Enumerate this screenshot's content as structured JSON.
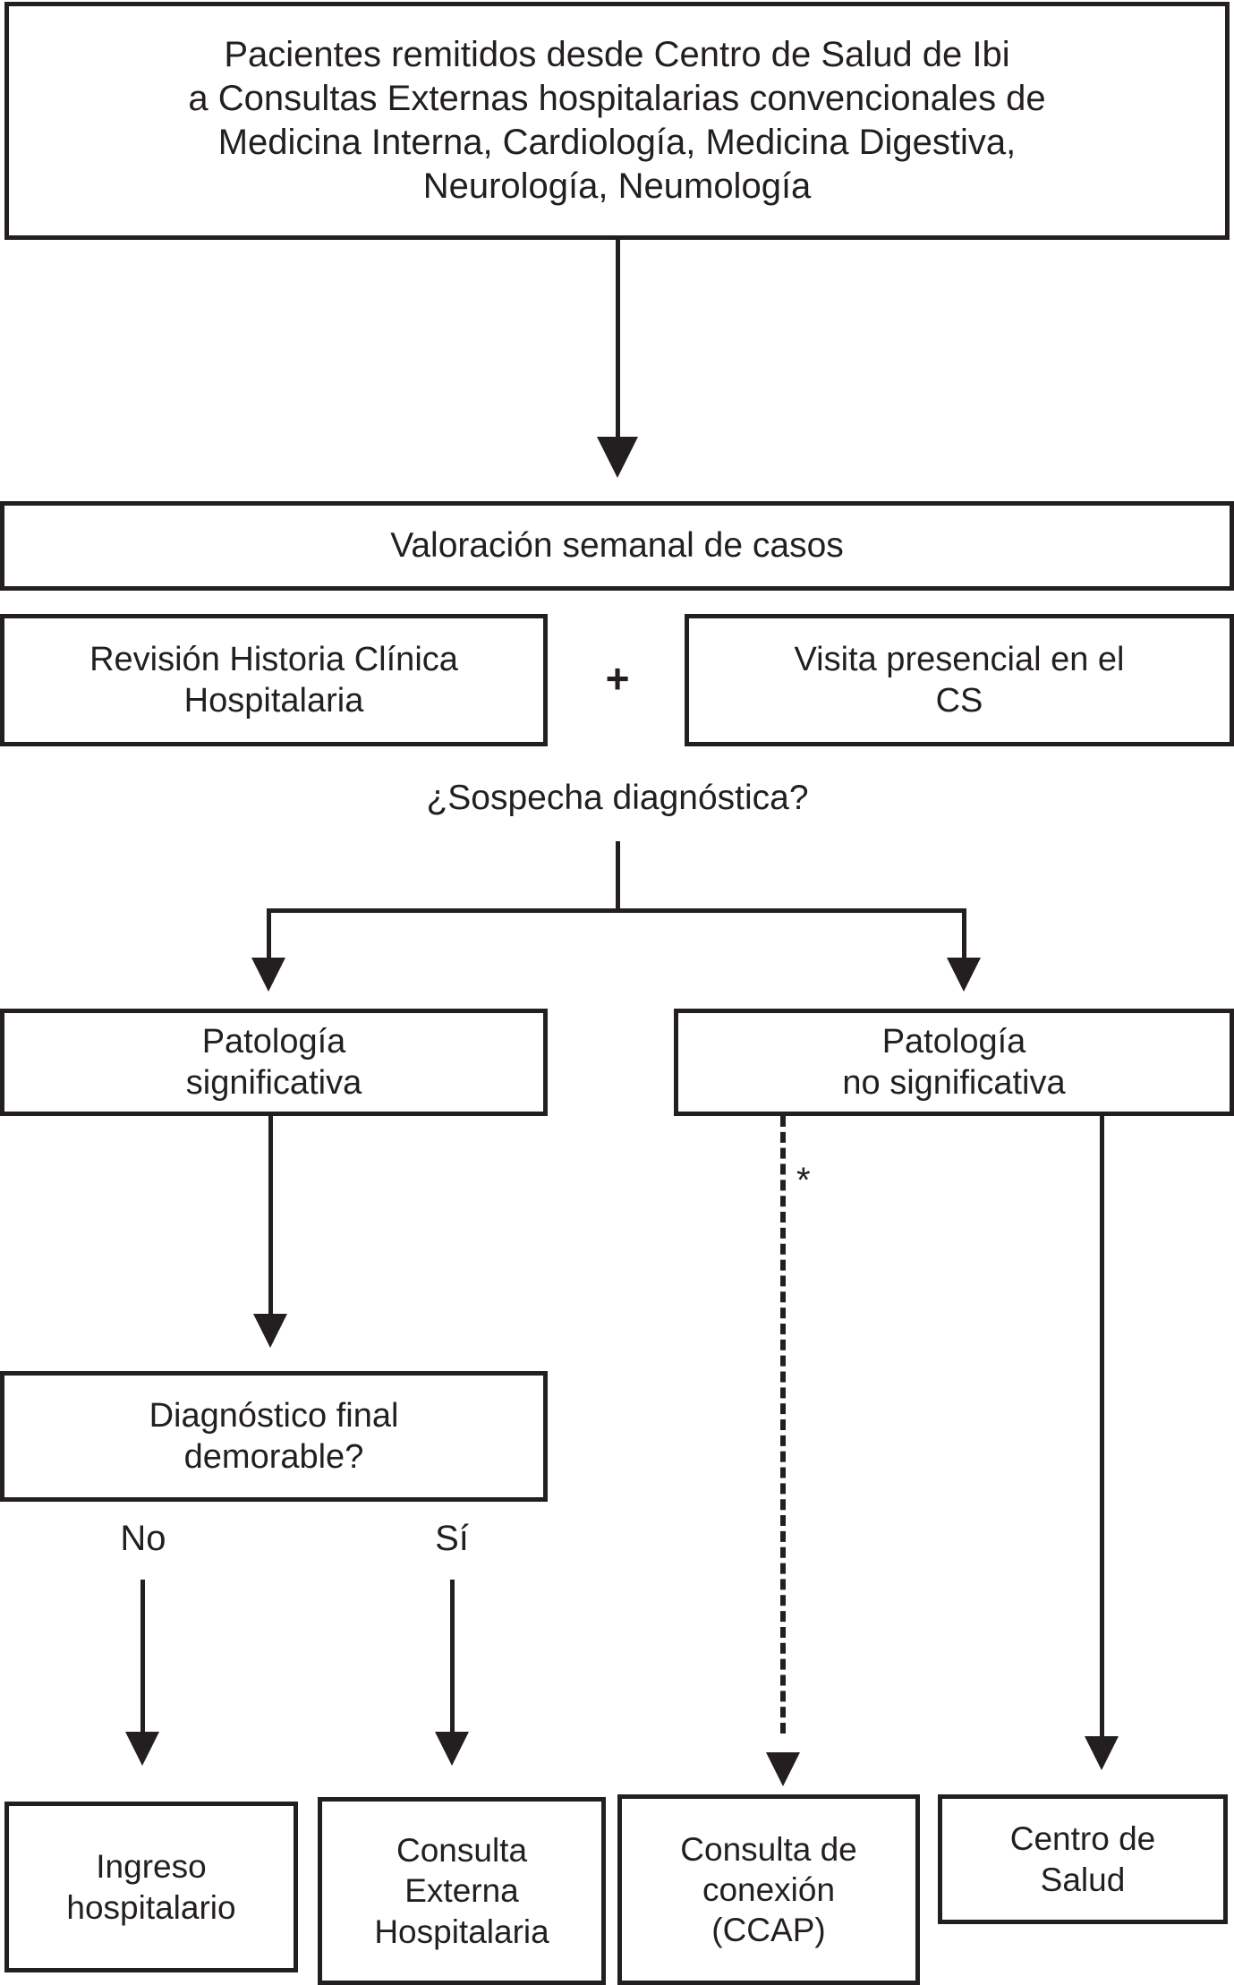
{
  "diagram": {
    "title_box": {
      "text": "Pacientes remitidos desde Centro de Salud de Ibi\na Consultas Externas hospitalarias convencionales de\nMedicina Interna, Cardiología, Medicina Digestiva,\nNeurología,  Neumología"
    },
    "weekly_assessment_box": {
      "text": "Valoración semanal de casos"
    },
    "record_review_box": {
      "text": "Revisión Historia Clínica\nHospitalaria"
    },
    "plus_sign": {
      "text": "+"
    },
    "in_person_visit_box": {
      "text": "Visita presencial en el\nCS"
    },
    "diagnostic_question": {
      "text": "¿Sospecha diagnóstica?"
    },
    "significant_pathology_box": {
      "text": "Patología\nsignificativa"
    },
    "non_significant_pathology_box": {
      "text": "Patología\nno significativa"
    },
    "asterisk_note": {
      "text": "*"
    },
    "final_diagnosis_box": {
      "text": "Diagnóstico final\ndemorable?"
    },
    "branch_no_label": {
      "text": "No"
    },
    "branch_yes_label": {
      "text": "Sí"
    },
    "outcomes": [
      {
        "text": "Ingreso\nhospitalario"
      },
      {
        "text": "Consulta\nExterna\nHospitalaria"
      },
      {
        "text": "Consulta de\nconexión\n(CCAP)"
      },
      {
        "text": "Centro de\nSalud"
      }
    ],
    "colors": {
      "stroke": "#231f20",
      "background": "#ffffff",
      "text": "#231f20"
    }
  }
}
